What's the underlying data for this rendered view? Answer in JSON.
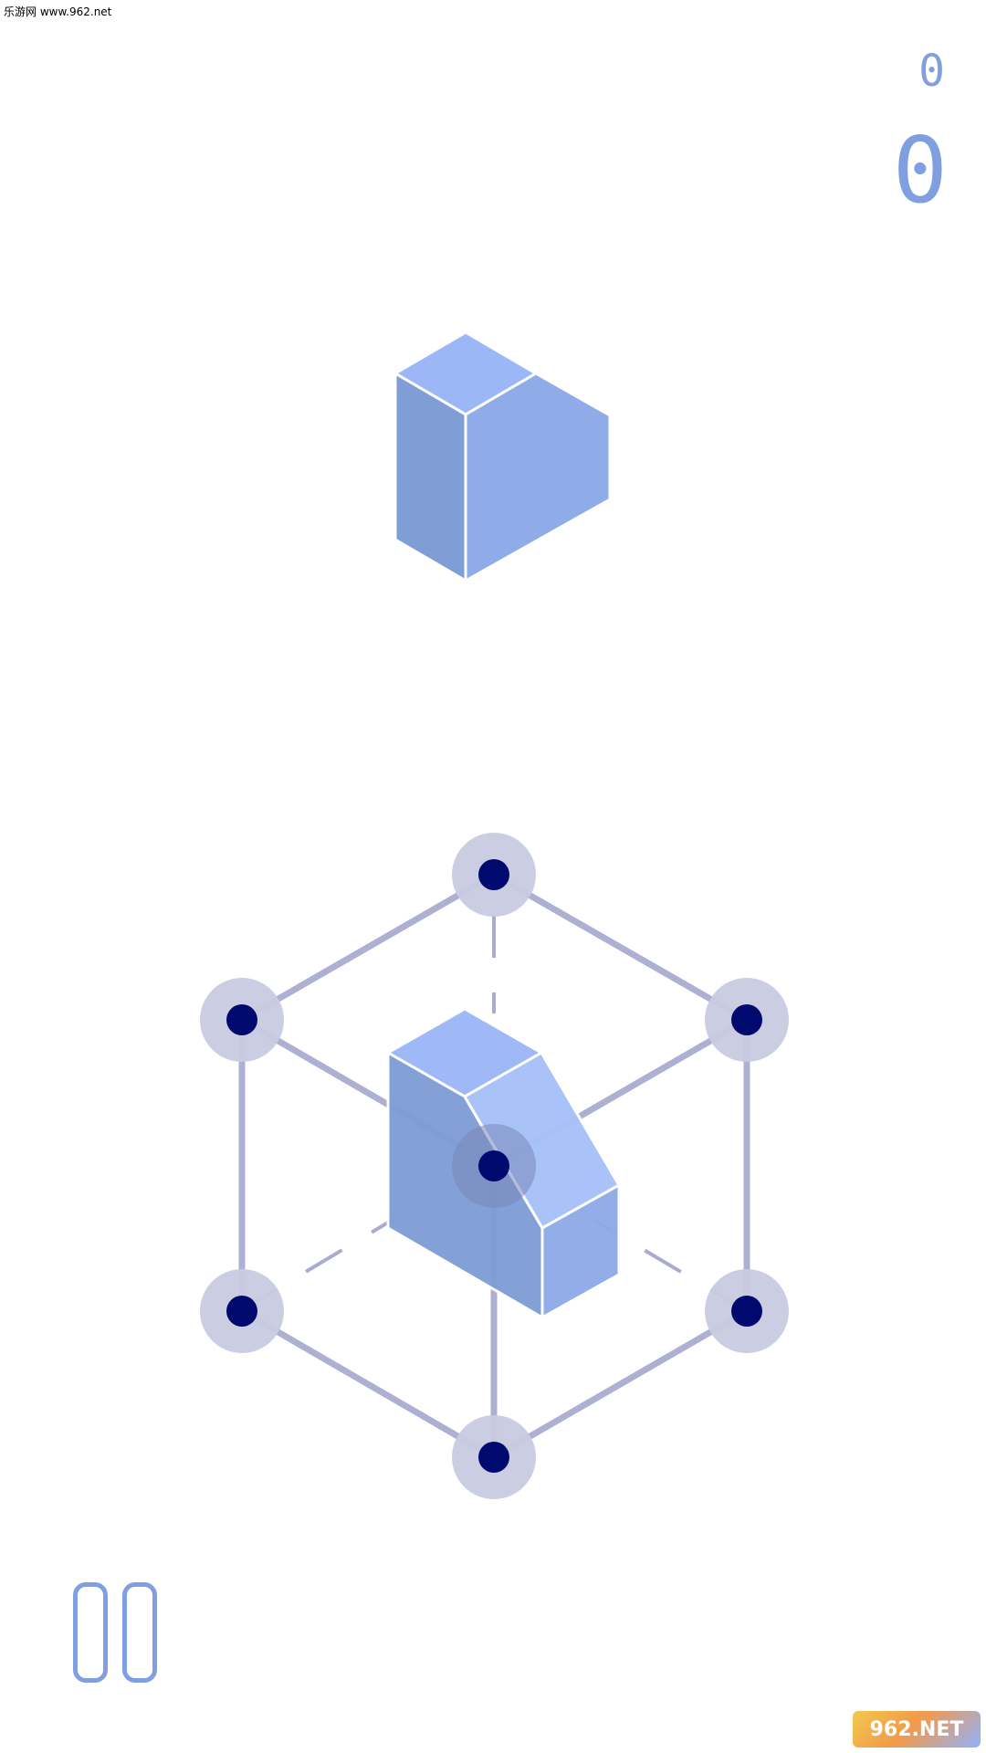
{
  "watermark": {
    "top_text": "乐游网 www.962.net",
    "logo_text": "962.NET"
  },
  "scores": {
    "best": "0",
    "current": "0"
  },
  "colors": {
    "accent": "#7f9fe0",
    "node": "#000a6e",
    "node_halo": "#c8cbe0",
    "edge": "#a9acd0",
    "cube_top": "#9bb7f6",
    "cube_left": "#7f9ed6",
    "cube_right": "#8fabe8",
    "cube_bevel": "#a7c2f8"
  },
  "icons": {
    "pause": "pause-icon"
  }
}
